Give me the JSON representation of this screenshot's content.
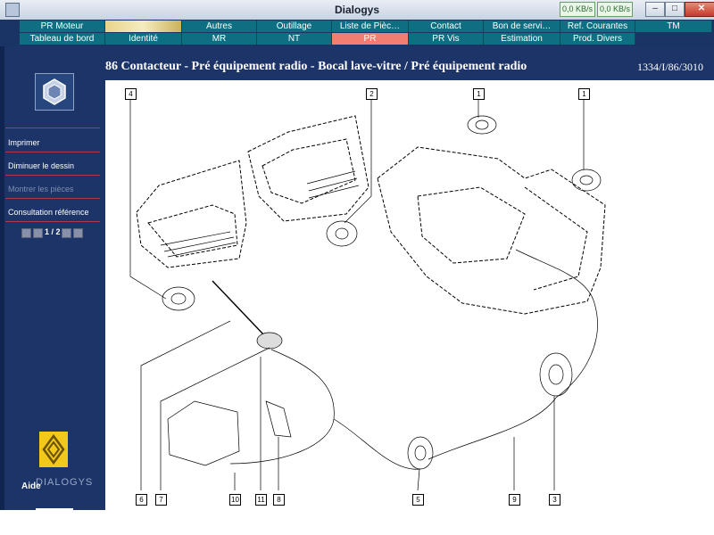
{
  "window": {
    "title": "Dialogys",
    "net_in": "0,0 KB/s",
    "net_out": "0,0 KB/s",
    "minimize": "–",
    "maximize": "□",
    "close": "✕"
  },
  "tabs_row1": [
    "PR Moteur",
    "",
    "Autres",
    "Outillage",
    "Liste de Pièc…",
    "Contact",
    "Bon de servi…",
    "Ref. Courantes",
    "TM"
  ],
  "tabs_row2": [
    "Tableau de bord",
    "Identité",
    "MR",
    "NT",
    "PR",
    "PR Vis",
    "Estimation",
    "Prod. Divers"
  ],
  "active_tab": "PR",
  "sidebar": {
    "items": [
      {
        "label": "Imprimer",
        "enabled": true
      },
      {
        "label": "Diminuer le dessin",
        "enabled": true
      },
      {
        "label": "Montrer les pièces",
        "enabled": false
      },
      {
        "label": "Consultation référence",
        "enabled": true
      }
    ],
    "pager": "1 / 2",
    "help": "Aide",
    "brand": "DIALOGYS"
  },
  "header": {
    "title": "86 Contacteur - Pré équipement radio - Bocal lave-vitre / Pré équipement radio",
    "reference": "1334/I/86/3010"
  },
  "callouts": [
    "4",
    "2",
    "1",
    "1",
    "6",
    "7",
    "10",
    "11",
    "8",
    "5",
    "9",
    "3"
  ],
  "colors": {
    "navy": "#1d3468",
    "tab_teal": "#0e6e82",
    "tab_active": "#f07f72",
    "separator": "#b0374a"
  }
}
